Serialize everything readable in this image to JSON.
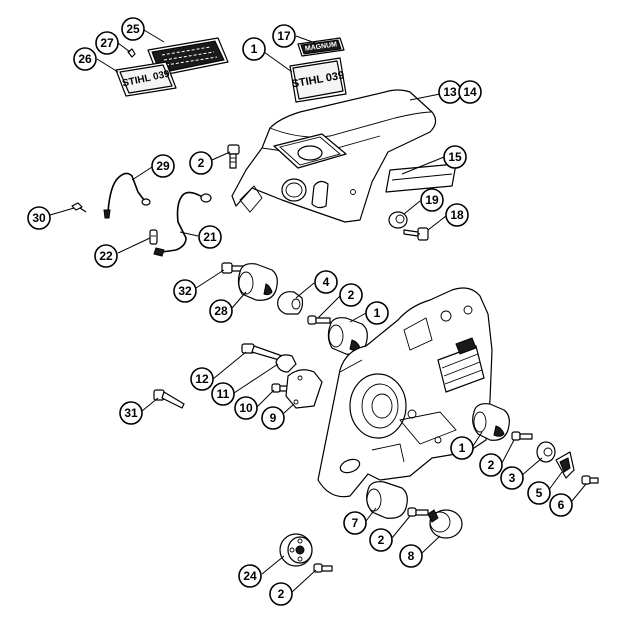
{
  "callouts": [
    {
      "id": "c1a",
      "label": "1"
    },
    {
      "id": "c13",
      "label": "13"
    },
    {
      "id": "c14",
      "label": "14"
    },
    {
      "id": "c15",
      "label": "15"
    },
    {
      "id": "c17",
      "label": "17"
    },
    {
      "id": "c25",
      "label": "25"
    },
    {
      "id": "c27",
      "label": "27"
    },
    {
      "id": "c26",
      "label": "26"
    },
    {
      "id": "c2a",
      "label": "2"
    },
    {
      "id": "c29",
      "label": "29"
    },
    {
      "id": "c30",
      "label": "30"
    },
    {
      "id": "c19",
      "label": "19"
    },
    {
      "id": "c18",
      "label": "18"
    },
    {
      "id": "c21",
      "label": "21"
    },
    {
      "id": "c22",
      "label": "22"
    },
    {
      "id": "c32",
      "label": "32"
    },
    {
      "id": "c28",
      "label": "28"
    },
    {
      "id": "c4",
      "label": "4"
    },
    {
      "id": "c2b",
      "label": "2"
    },
    {
      "id": "c1b",
      "label": "1"
    },
    {
      "id": "c12",
      "label": "12"
    },
    {
      "id": "c11",
      "label": "11"
    },
    {
      "id": "c10",
      "label": "10"
    },
    {
      "id": "c9",
      "label": "9"
    },
    {
      "id": "c31",
      "label": "31"
    },
    {
      "id": "c1c",
      "label": "1"
    },
    {
      "id": "c2c",
      "label": "2"
    },
    {
      "id": "c3",
      "label": "3"
    },
    {
      "id": "c5",
      "label": "5"
    },
    {
      "id": "c6",
      "label": "6"
    },
    {
      "id": "c7",
      "label": "7"
    },
    {
      "id": "c2d",
      "label": "2"
    },
    {
      "id": "c8",
      "label": "8"
    },
    {
      "id": "c24",
      "label": "24"
    },
    {
      "id": "c2e",
      "label": "2"
    }
  ],
  "plates": {
    "stihl_plate_top": "STIHL 039",
    "stihl_plate_left": "STIHL 039",
    "magnum_plate": "MAGNUM"
  }
}
